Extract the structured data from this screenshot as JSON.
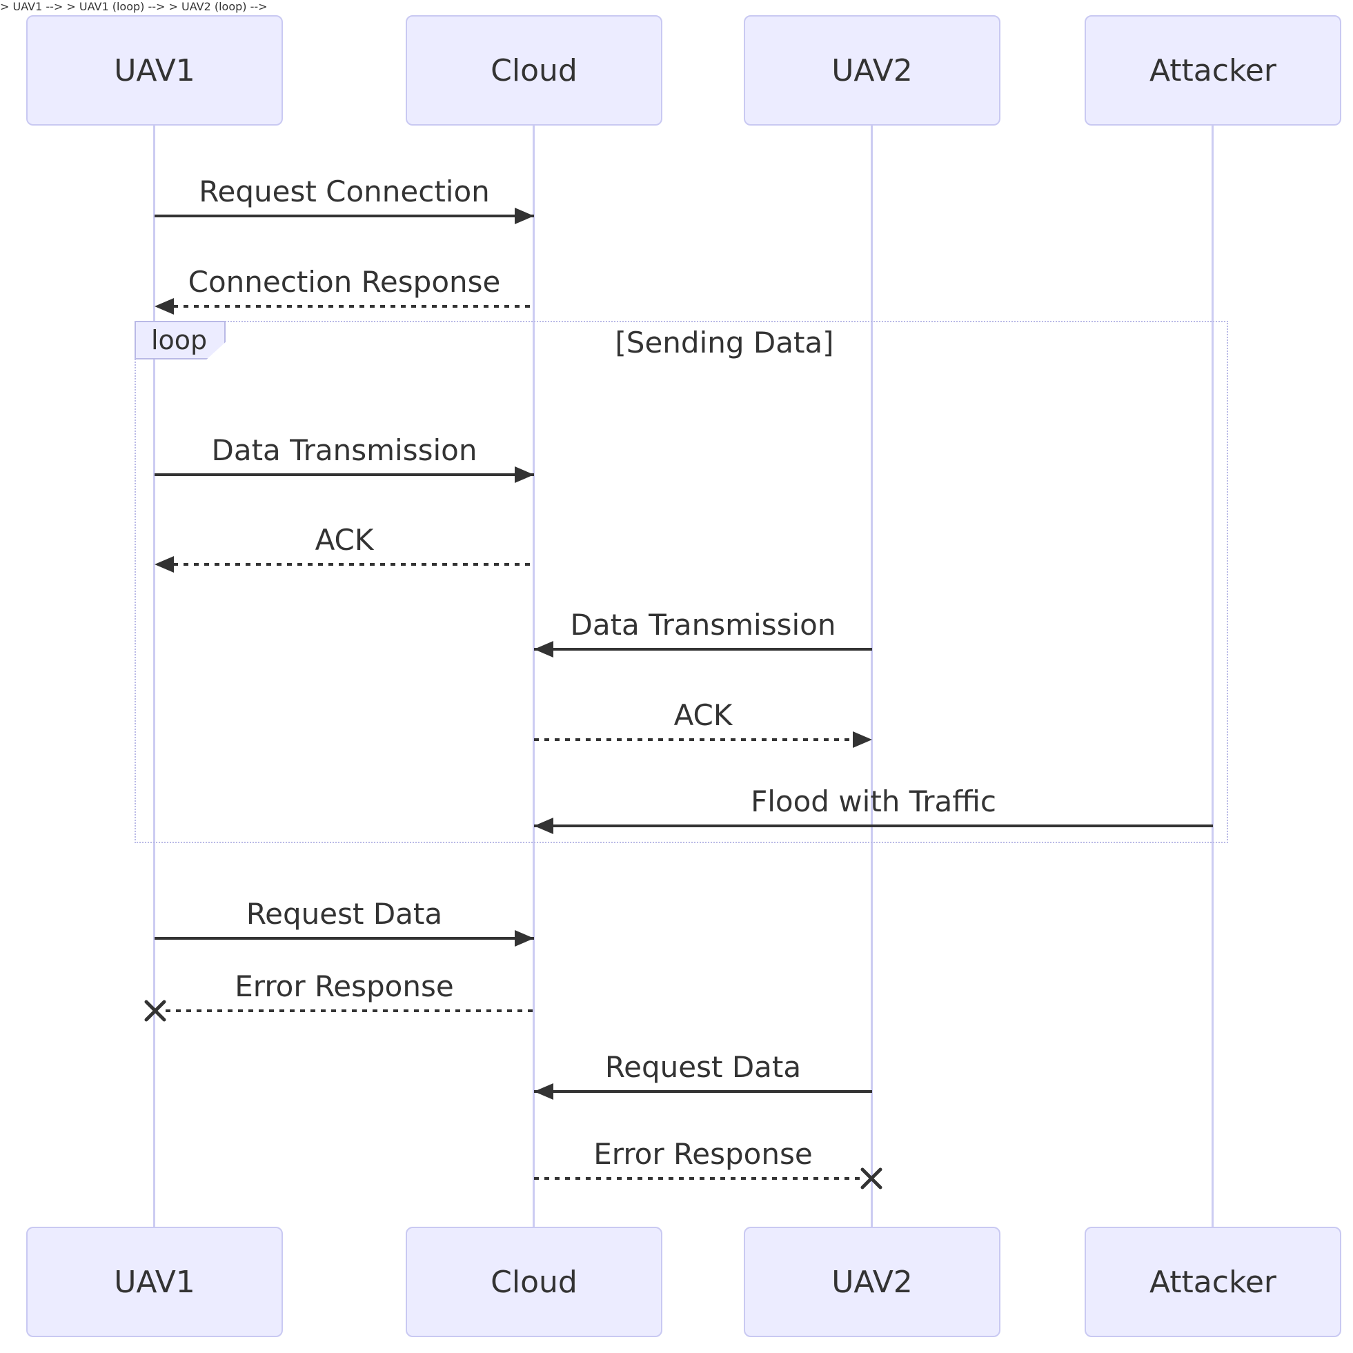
{
  "diagram": {
    "type": "sequence-diagram",
    "participants": [
      {
        "name": "UAV1"
      },
      {
        "name": "Cloud"
      },
      {
        "name": "UAV2"
      },
      {
        "name": "Attacker"
      }
    ],
    "loop": {
      "keyword": "loop",
      "condition": "[Sending Data]"
    },
    "messages": [
      {
        "label": "Request Connection",
        "from": "UAV1",
        "to": "Cloud",
        "style": "solid",
        "end": "arrow",
        "in_loop": false
      },
      {
        "label": "Connection Response",
        "from": "Cloud",
        "to": "UAV1",
        "style": "dotted",
        "end": "arrow",
        "in_loop": false
      },
      {
        "label": "Data Transmission",
        "from": "UAV1",
        "to": "Cloud",
        "style": "solid",
        "end": "arrow",
        "in_loop": true
      },
      {
        "label": "ACK",
        "from": "Cloud",
        "to": "UAV1",
        "style": "dotted",
        "end": "arrow",
        "in_loop": true
      },
      {
        "label": "Data Transmission",
        "from": "UAV2",
        "to": "Cloud",
        "style": "solid",
        "end": "arrow",
        "in_loop": true
      },
      {
        "label": "ACK",
        "from": "Cloud",
        "to": "UAV2",
        "style": "dotted",
        "end": "arrow",
        "in_loop": true
      },
      {
        "label": "Flood with Traffic",
        "from": "Attacker",
        "to": "Cloud",
        "style": "solid",
        "end": "arrow",
        "in_loop": true
      },
      {
        "label": "Request Data",
        "from": "UAV1",
        "to": "Cloud",
        "style": "solid",
        "end": "arrow",
        "in_loop": false
      },
      {
        "label": "Error Response",
        "from": "Cloud",
        "to": "UAV1",
        "style": "dotted",
        "end": "cross",
        "in_loop": false
      },
      {
        "label": "Request Data",
        "from": "UAV2",
        "to": "Cloud",
        "style": "solid",
        "end": "arrow",
        "in_loop": false
      },
      {
        "label": "Error Response",
        "from": "Cloud",
        "to": "UAV2",
        "style": "dotted",
        "end": "cross",
        "in_loop": false
      }
    ],
    "colors": {
      "actor_fill": "#ECECFF",
      "actor_border": "#c9c9f2",
      "lifeline": "#ccccf2",
      "loop_border": "#b9b9e6",
      "arrow": "#333333",
      "text": "#333333",
      "background": "#ffffff"
    }
  }
}
